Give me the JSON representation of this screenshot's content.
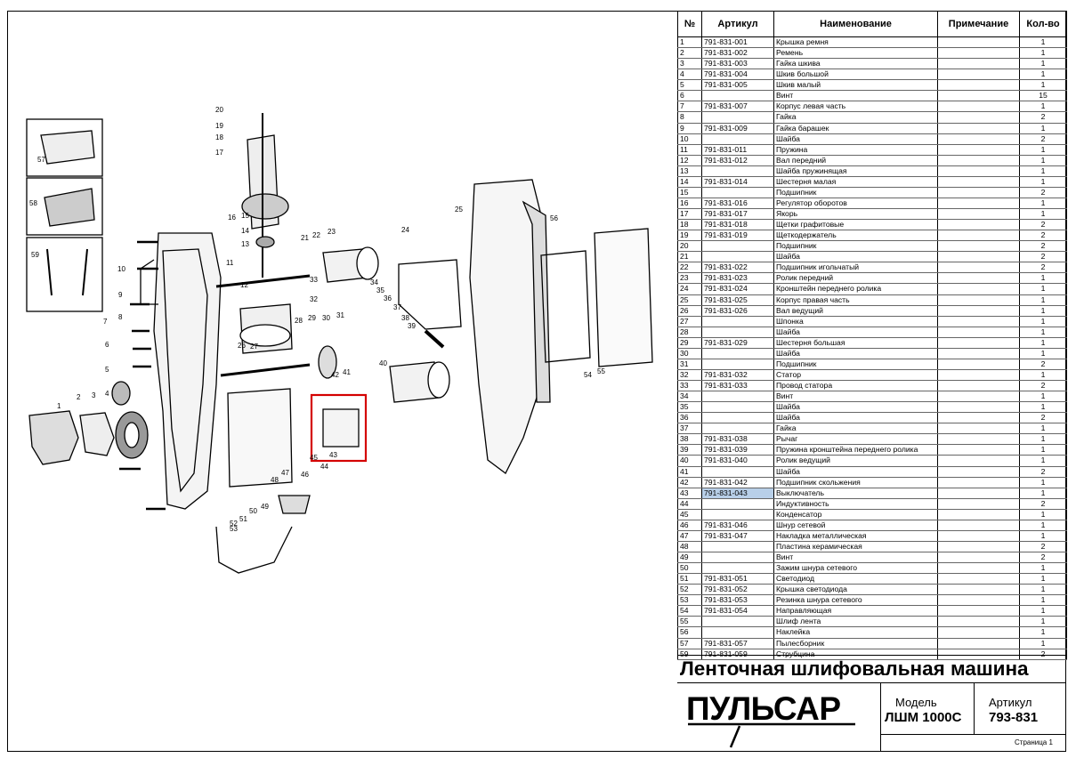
{
  "table": {
    "headers": [
      "№",
      "Артикул",
      "Наименование",
      "Примечание",
      "Кол-во"
    ],
    "rows": [
      {
        "n": "1",
        "art": "791-831-001",
        "name": "Крышка ремня",
        "note": "",
        "qty": "1"
      },
      {
        "n": "2",
        "art": "791-831-002",
        "name": "Ремень",
        "note": "",
        "qty": "1"
      },
      {
        "n": "3",
        "art": "791-831-003",
        "name": "Гайка шкива",
        "note": "",
        "qty": "1"
      },
      {
        "n": "4",
        "art": "791-831-004",
        "name": "Шкив большой",
        "note": "",
        "qty": "1"
      },
      {
        "n": "5",
        "art": "791-831-005",
        "name": "Шкив малый",
        "note": "",
        "qty": "1"
      },
      {
        "n": "6",
        "art": "",
        "name": "Винт",
        "note": "",
        "qty": "15"
      },
      {
        "n": "7",
        "art": "791-831-007",
        "name": "Корпус левая часть",
        "note": "",
        "qty": "1"
      },
      {
        "n": "8",
        "art": "",
        "name": "Гайка",
        "note": "",
        "qty": "2"
      },
      {
        "n": "9",
        "art": "791-831-009",
        "name": "Гайка барашек",
        "note": "",
        "qty": "1"
      },
      {
        "n": "10",
        "art": "",
        "name": "Шайба",
        "note": "",
        "qty": "2"
      },
      {
        "n": "11",
        "art": "791-831-011",
        "name": "Пружина",
        "note": "",
        "qty": "1"
      },
      {
        "n": "12",
        "art": "791-831-012",
        "name": "Вал передний",
        "note": "",
        "qty": "1"
      },
      {
        "n": "13",
        "art": "",
        "name": "Шайба пружинящая",
        "note": "",
        "qty": "1"
      },
      {
        "n": "14",
        "art": "791-831-014",
        "name": "Шестерня малая",
        "note": "",
        "qty": "1"
      },
      {
        "n": "15",
        "art": "",
        "name": "Подшипник",
        "note": "",
        "qty": "2"
      },
      {
        "n": "16",
        "art": "791-831-016",
        "name": "Регулятор оборотов",
        "note": "",
        "qty": "1"
      },
      {
        "n": "17",
        "art": "791-831-017",
        "name": "Якорь",
        "note": "",
        "qty": "1"
      },
      {
        "n": "18",
        "art": "791-831-018",
        "name": "Щетки графитовые",
        "note": "",
        "qty": "2"
      },
      {
        "n": "19",
        "art": "791-831-019",
        "name": "Щеткодержатель",
        "note": "",
        "qty": "2"
      },
      {
        "n": "20",
        "art": "",
        "name": "Подшипник",
        "note": "",
        "qty": "2"
      },
      {
        "n": "21",
        "art": "",
        "name": "Шайба",
        "note": "",
        "qty": "2"
      },
      {
        "n": "22",
        "art": "791-831-022",
        "name": "Подшипник игольчатый",
        "note": "",
        "qty": "2"
      },
      {
        "n": "23",
        "art": "791-831-023",
        "name": "Ролик передний",
        "note": "",
        "qty": "1"
      },
      {
        "n": "24",
        "art": "791-831-024",
        "name": "Кронштейн переднего ролика",
        "note": "",
        "qty": "1"
      },
      {
        "n": "25",
        "art": "791-831-025",
        "name": "Корпус правая часть",
        "note": "",
        "qty": "1"
      },
      {
        "n": "26",
        "art": "791-831-026",
        "name": "Вал ведущий",
        "note": "",
        "qty": "1"
      },
      {
        "n": "27",
        "art": "",
        "name": "Шпонка",
        "note": "",
        "qty": "1"
      },
      {
        "n": "28",
        "art": "",
        "name": "Шайба",
        "note": "",
        "qty": "1"
      },
      {
        "n": "29",
        "art": "791-831-029",
        "name": "Шестерня большая",
        "note": "",
        "qty": "1"
      },
      {
        "n": "30",
        "art": "",
        "name": "Шайба",
        "note": "",
        "qty": "1"
      },
      {
        "n": "31",
        "art": "",
        "name": "Подшипник",
        "note": "",
        "qty": "2"
      },
      {
        "n": "32",
        "art": "791-831-032",
        "name": "Статор",
        "note": "",
        "qty": "1"
      },
      {
        "n": "33",
        "art": "791-831-033",
        "name": "Провод статора",
        "note": "",
        "qty": "2"
      },
      {
        "n": "34",
        "art": "",
        "name": "Винт",
        "note": "",
        "qty": "1"
      },
      {
        "n": "35",
        "art": "",
        "name": "Шайба",
        "note": "",
        "qty": "1"
      },
      {
        "n": "36",
        "art": "",
        "name": "Шайба",
        "note": "",
        "qty": "2"
      },
      {
        "n": "37",
        "art": "",
        "name": "Гайка",
        "note": "",
        "qty": "1"
      },
      {
        "n": "38",
        "art": "791-831-038",
        "name": "Рычаг",
        "note": "",
        "qty": "1"
      },
      {
        "n": "39",
        "art": "791-831-039",
        "name": "Пружина кронштейна переднего ролика",
        "note": "",
        "qty": "1"
      },
      {
        "n": "40",
        "art": "791-831-040",
        "name": "Ролик ведущий",
        "note": "",
        "qty": "1"
      },
      {
        "n": "41",
        "art": "",
        "name": "Шайба",
        "note": "",
        "qty": "2"
      },
      {
        "n": "42",
        "art": "791-831-042",
        "name": "Подшипник скольжения",
        "note": "",
        "qty": "1"
      },
      {
        "n": "43",
        "art": "791-831-043",
        "name": "Выключатель",
        "note": "",
        "qty": "1"
      },
      {
        "n": "44",
        "art": "",
        "name": "Индуктивность",
        "note": "",
        "qty": "2"
      },
      {
        "n": "45",
        "art": "",
        "name": "Конденсатор",
        "note": "",
        "qty": "1"
      },
      {
        "n": "46",
        "art": "791-831-046",
        "name": "Шнур сетевой",
        "note": "",
        "qty": "1"
      },
      {
        "n": "47",
        "art": "791-831-047",
        "name": "Накладка металлическая",
        "note": "",
        "qty": "1"
      },
      {
        "n": "48",
        "art": "",
        "name": "Пластина керамическая",
        "note": "",
        "qty": "2"
      },
      {
        "n": "49",
        "art": "",
        "name": "Винт",
        "note": "",
        "qty": "2"
      },
      {
        "n": "50",
        "art": "",
        "name": "Зажим шнура сетевого",
        "note": "",
        "qty": "1"
      },
      {
        "n": "51",
        "art": "791-831-051",
        "name": "Светодиод",
        "note": "",
        "qty": "1"
      },
      {
        "n": "52",
        "art": "791-831-052",
        "name": "Крышка светодиода",
        "note": "",
        "qty": "1"
      },
      {
        "n": "53",
        "art": "791-831-053",
        "name": "Резинка шнура сетевого",
        "note": "",
        "qty": "1"
      },
      {
        "n": "54",
        "art": "791-831-054",
        "name": "Направляющая",
        "note": "",
        "qty": "1"
      },
      {
        "n": "55",
        "art": "",
        "name": "Шлиф лента",
        "note": "",
        "qty": "1"
      },
      {
        "n": "56",
        "art": "",
        "name": "Наклейка",
        "note": "",
        "qty": "1"
      },
      {
        "n": "57",
        "art": "791-831-057",
        "name": "Пылесборник",
        "note": "",
        "qty": "1"
      },
      {
        "n": "59",
        "art": "791-831-059",
        "name": "Струбцина",
        "note": "",
        "qty": "2"
      }
    ]
  },
  "title": "Ленточная шлифовальная машина",
  "brand": "ПУЛЬСАР",
  "model_caption": "Модель",
  "model_value": "ЛШМ 1000С",
  "article_caption": "Артикул",
  "article_value": "793-831",
  "page": "Страница 1",
  "highlight_row": "43",
  "diagram_labels": [
    "1",
    "2",
    "3",
    "4",
    "5",
    "6",
    "7",
    "8",
    "9",
    "10",
    "11",
    "12",
    "13",
    "14",
    "15",
    "16",
    "17",
    "18",
    "19",
    "20",
    "21",
    "22",
    "23",
    "24",
    "25",
    "26",
    "27",
    "28",
    "29",
    "30",
    "31",
    "32",
    "33",
    "34",
    "35",
    "36",
    "37",
    "38",
    "39",
    "40",
    "41",
    "42",
    "43",
    "44",
    "45",
    "46",
    "47",
    "48",
    "49",
    "50",
    "51",
    "52",
    "53",
    "54",
    "55",
    "56",
    "57",
    "58",
    "59"
  ]
}
